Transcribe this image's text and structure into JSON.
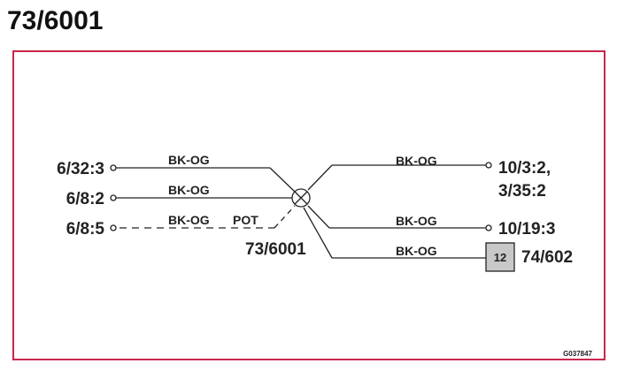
{
  "title": "73/6001",
  "colors": {
    "frame": "#c8274a",
    "line": "#222222",
    "box_fill": "#c8c8c8"
  },
  "splice": {
    "label": "73/6001"
  },
  "left_terminals": [
    {
      "label": "6/32:3",
      "wire": "BK-OG",
      "style": "solid"
    },
    {
      "label": "6/8:2",
      "wire": "BK-OG",
      "style": "solid"
    },
    {
      "label": "6/8:5",
      "wire": "BK-OG",
      "extra": "POT",
      "style": "dashed"
    }
  ],
  "right_terminals": [
    {
      "label_line1": "10/3:2,",
      "label_line2": "3/35:2",
      "wire": "BK-OG"
    },
    {
      "label": "10/19:3",
      "wire": "BK-OG"
    },
    {
      "label": "74/602",
      "wire": "BK-OG",
      "box": "12"
    }
  ],
  "figure_code": "G037847"
}
